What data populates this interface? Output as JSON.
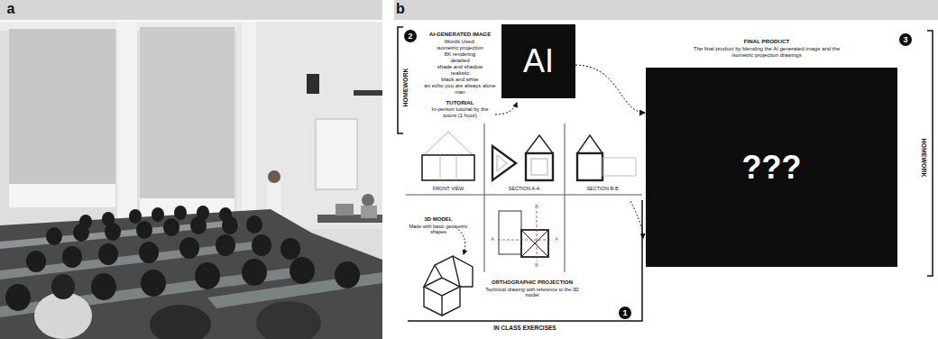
{
  "diagram": {
    "nodes": [
      {
        "text": [
          "2"
        ]
      },
      {
        "text": [
          "AI"
        ]
      },
      {
        "text": [
          "3"
        ]
      },
      {
        "text": [
          "???"
        ]
      },
      {
        "text": [
          "1"
        ]
      }
    ],
    "edges": [
      {
        "from": 1,
        "to": 3,
        "arrow": "to"
      }
    ],
    "labels": [
      "a",
      "b",
      "HOMEWORK",
      "AI-GENERATED IMAGE",
      "Words Used:",
      "isometric projection",
      "8K rendering",
      "detailed",
      "shade and shadow",
      "realistic",
      "black and white",
      "an echo you are always alone",
      "man",
      "TUTORIAL",
      "In-person tutorial by the tutors (1 hour)",
      "FINAL PRODUCT",
      "The final product by blending the AI generated image and the isometric projection drawings",
      "HOMEWORK",
      "FRONT VIEW",
      "SECTION A-A",
      "SECTION B-B",
      "3D MODEL",
      "Made with basic geometric shapes",
      "ORTHOGRAPHIC PROJECTION",
      "Technical drawing with reference to the 3D model",
      "A",
      "A",
      "B",
      "B",
      "IN CLASS EXERCISES"
    ]
  }
}
